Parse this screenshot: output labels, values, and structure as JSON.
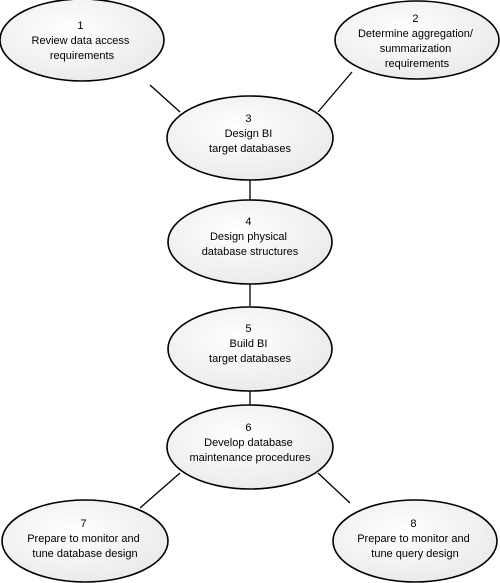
{
  "diagram": {
    "nodes": [
      {
        "id": "1",
        "number": "1",
        "lines": [
          "Review data access",
          "requirements"
        ]
      },
      {
        "id": "2",
        "number": "2",
        "lines": [
          "Determine aggregation/",
          "summarization",
          "requirements"
        ]
      },
      {
        "id": "3",
        "number": "3",
        "lines": [
          "Design BI",
          "target databases"
        ]
      },
      {
        "id": "4",
        "number": "4",
        "lines": [
          "Design physical",
          "database structures"
        ]
      },
      {
        "id": "5",
        "number": "5",
        "lines": [
          "Build BI",
          "target databases"
        ]
      },
      {
        "id": "6",
        "number": "6",
        "lines": [
          "Develop database",
          "maintenance procedures"
        ]
      },
      {
        "id": "7",
        "number": "7",
        "lines": [
          "Prepare to monitor and",
          "tune database design"
        ]
      },
      {
        "id": "8",
        "number": "8",
        "lines": [
          "Prepare to monitor and",
          "tune query design"
        ]
      }
    ],
    "edges": [
      {
        "from": "1",
        "to": "3"
      },
      {
        "from": "2",
        "to": "3"
      },
      {
        "from": "3",
        "to": "4"
      },
      {
        "from": "4",
        "to": "5"
      },
      {
        "from": "5",
        "to": "6"
      },
      {
        "from": "6",
        "to": "7"
      },
      {
        "from": "6",
        "to": "8"
      }
    ],
    "colors": {
      "node_fill": "#e8e8e8",
      "node_highlight": "#ffffff",
      "stroke": "#000000",
      "text": "#000000"
    }
  }
}
